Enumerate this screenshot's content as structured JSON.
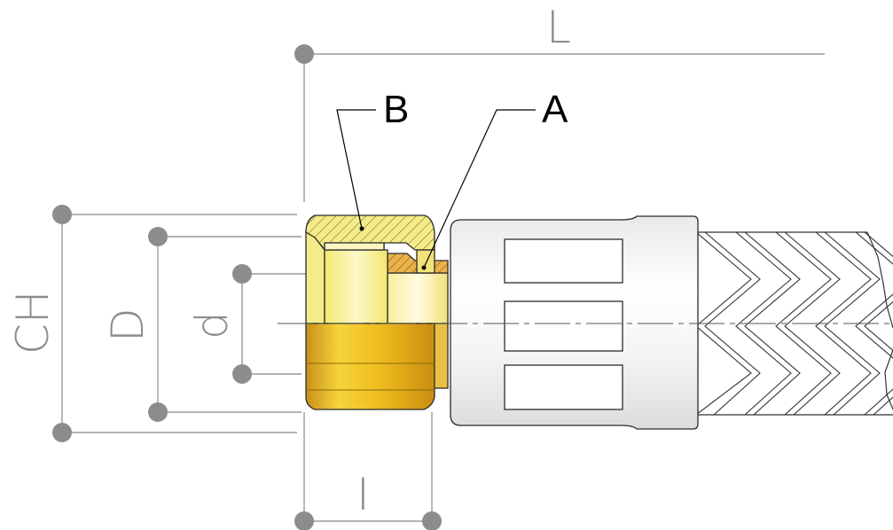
{
  "dimensions": {
    "L": "L",
    "CH": "CH",
    "D": "D",
    "d": "d",
    "I": "I"
  },
  "parts": {
    "A": "A",
    "B": "B"
  },
  "colors": {
    "brass_light": "#f6ef9a",
    "brass_mid": "#e8c84a",
    "brass_dark": "#d4a21c",
    "ferrule": "#eab24a",
    "sleeve": "#f3f3f3",
    "dimension": "#8c8c8c"
  }
}
